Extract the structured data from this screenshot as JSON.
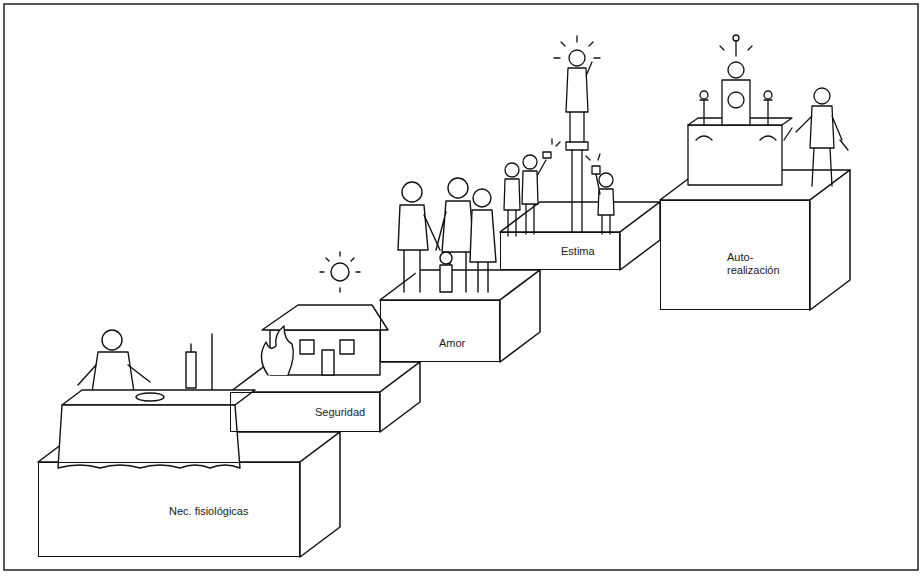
{
  "diagram": {
    "nodes": [
      {
        "text": [
          "Nec. fisiológicas"
        ]
      },
      {
        "text": [
          "Seguridad"
        ]
      },
      {
        "text": [
          "Amor"
        ]
      },
      {
        "text": [
          "Estima"
        ]
      },
      {
        "text": [
          "Auto- realización"
        ]
      }
    ]
  }
}
